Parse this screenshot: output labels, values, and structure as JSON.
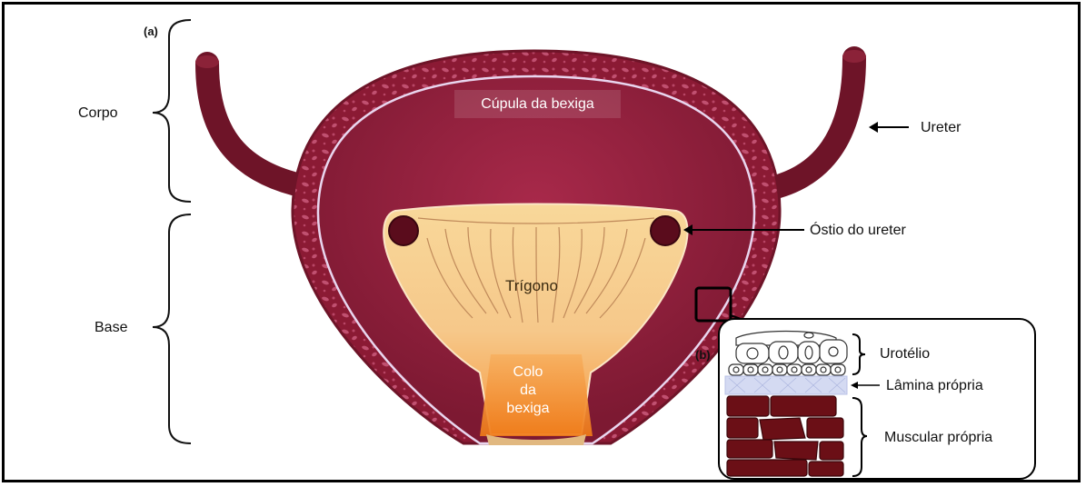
{
  "panel_labels": {
    "a": "(a)",
    "b": "(b)"
  },
  "left_labels": {
    "corpo": "Corpo",
    "base": "Base"
  },
  "anatomy_labels": {
    "cupula": "Cúpula da bexiga",
    "trigono": "Trígono",
    "colo_line1": "Colo",
    "colo_line2": "da",
    "colo_line3": "bexiga",
    "ureter": "Ureter",
    "ostio": "Óstio do ureter"
  },
  "inset_labels": {
    "urotelio": "Urotélio",
    "lamina": "Lâmina própria",
    "muscular": "Muscular própria"
  },
  "colors": {
    "bladder_wall": "#8b1a34",
    "bladder_wall_dark": "#6e1428",
    "bladder_lumen": "#9a2341",
    "trigone": "#f7d08a",
    "neck": "#f08a24",
    "ureter": "#6e1428",
    "muscle": "#6b0f16",
    "lamina": "#cfd6f2"
  }
}
